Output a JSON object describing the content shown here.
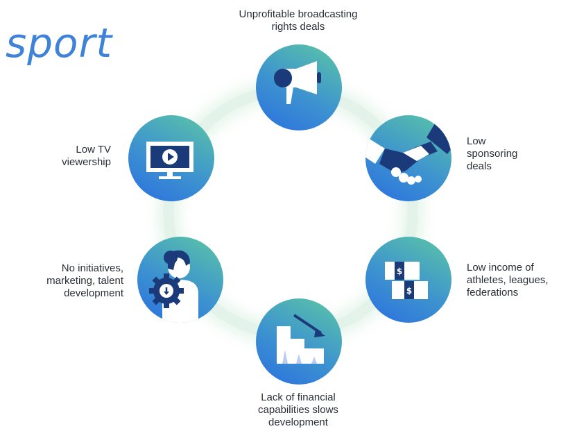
{
  "title": "sport",
  "nodes": [
    {
      "icon": "megaphone-icon",
      "label": [
        "Unprofitable broadcasting",
        "rights deals"
      ]
    },
    {
      "icon": "handshake-icon",
      "label": [
        "Low",
        "sponsoring",
        "deals"
      ]
    },
    {
      "icon": "money-icon",
      "label": [
        "Low income of",
        "athletes, leagues,",
        "federations"
      ]
    },
    {
      "icon": "declining-chart-icon",
      "label": [
        "Lack of financial",
        "capabilities slows",
        "development"
      ]
    },
    {
      "icon": "person-gear-icon",
      "label": [
        "No initiatives,",
        "marketing, talent",
        "development"
      ]
    },
    {
      "icon": "tv-play-icon",
      "label": [
        "Low TV",
        "viewership"
      ]
    }
  ],
  "colors": {
    "title": "#3f83d8",
    "gradient_start": "#2a6fe0",
    "gradient_end": "#5cc7a4",
    "icon_dark": "#1b3a7a",
    "ring": "#e3f3ea"
  }
}
